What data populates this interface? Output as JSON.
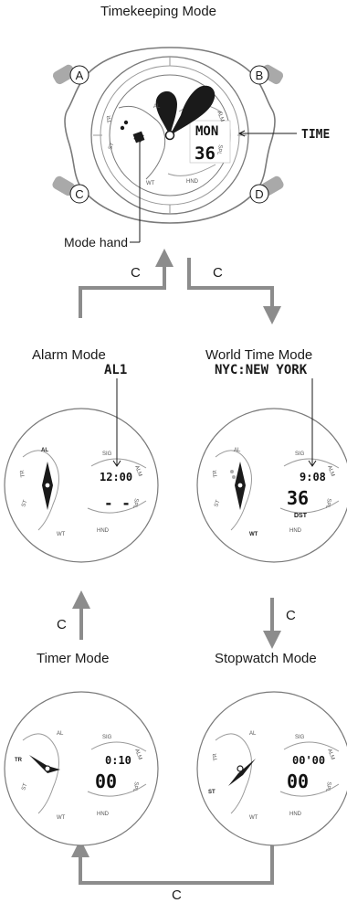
{
  "titles": {
    "timekeeping": "Timekeeping Mode",
    "alarm": "Alarm Mode",
    "world_time": "World Time Mode",
    "timer": "Timer Mode",
    "stopwatch": "Stopwatch Mode"
  },
  "buttons": {
    "a": "A",
    "b": "B",
    "c": "C",
    "d": "D"
  },
  "callouts": {
    "time": "TIME",
    "mode_hand": "Mode hand",
    "al1": "AL1",
    "nyc": "NYC:NEW YORK"
  },
  "arrows": {
    "c1": "C",
    "c2": "C",
    "c3": "C",
    "c4": "C",
    "c5": "C"
  },
  "bezel_marks": {
    "al": "AL",
    "sig": "SIG",
    "alm": "ALM",
    "spl": "SPL",
    "hnd": "HND",
    "wt": "WT",
    "st": "ST",
    "tr": "TR"
  },
  "displays": {
    "timekeeping": {
      "day": "MON",
      "seconds": "36"
    },
    "alarm": {
      "time": "12:00",
      "lower": "- -"
    },
    "world_time": {
      "time": "9:08",
      "seconds": "36",
      "dst": "DST"
    },
    "timer": {
      "time": "0:10",
      "lower": "00"
    },
    "stopwatch": {
      "time": "00'00",
      "lower": "00"
    }
  }
}
